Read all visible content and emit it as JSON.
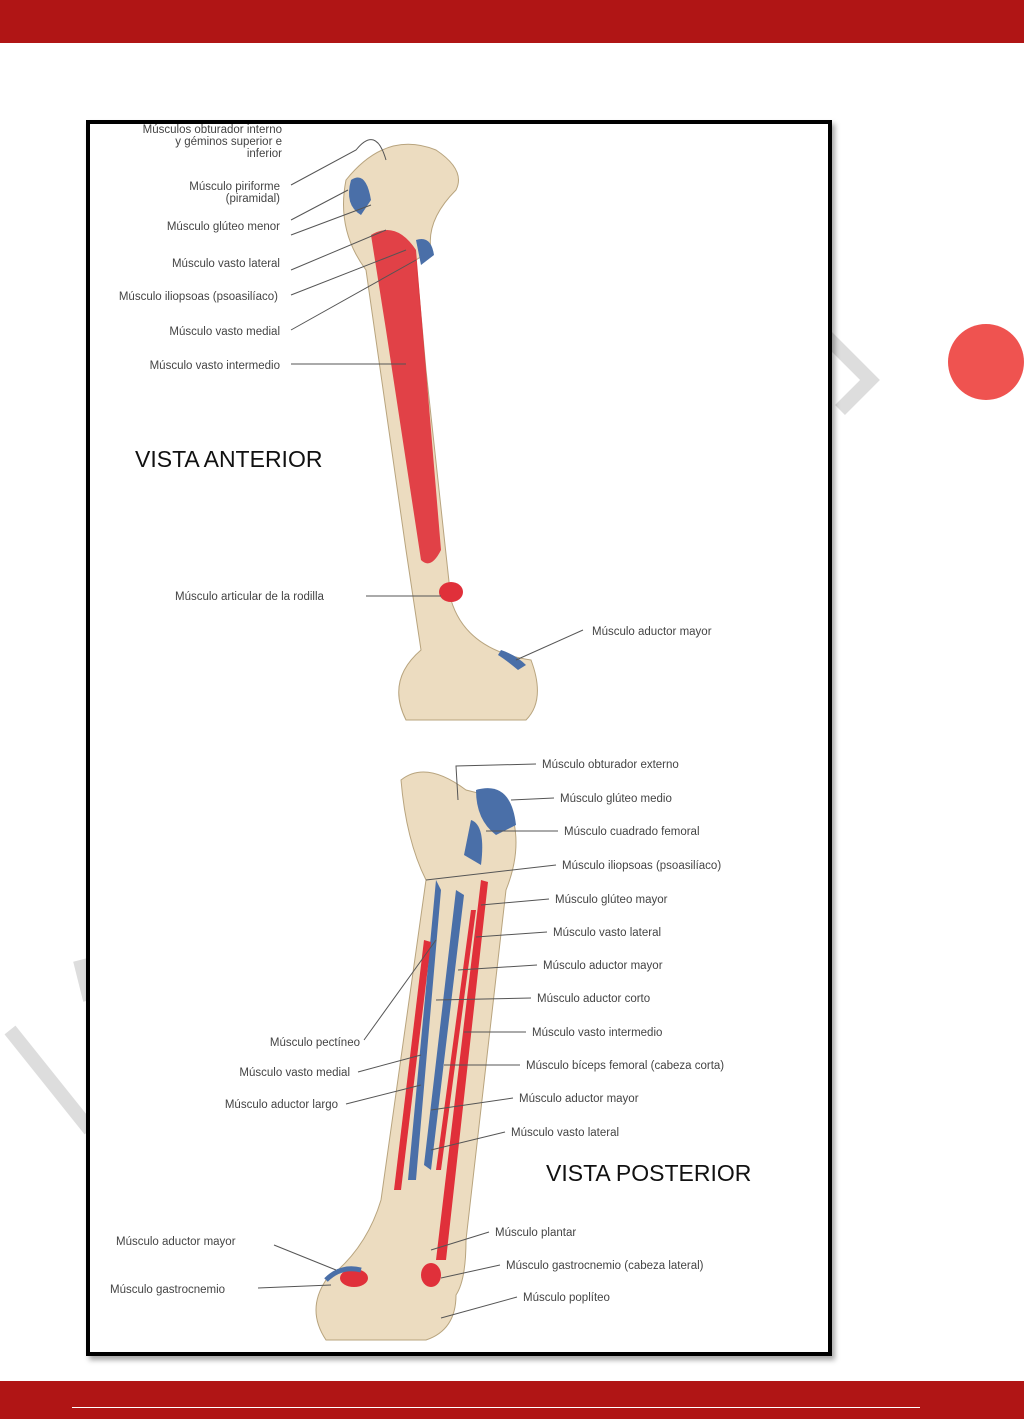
{
  "colors": {
    "band": "#b01515",
    "accent_dot": "#ef5350",
    "muscle_red": "#e0303a",
    "muscle_blue": "#4a6fa8",
    "bone": "#ecdcc0"
  },
  "anterior": {
    "title": "VISTA ANTERIOR",
    "labels": [
      "Músculos obturador interno y géminos superior e inferior",
      "Músculo piriforme (piramidal)",
      "Músculo glúteo menor",
      "Músculo vasto lateral",
      "Músculo iliopsoas (psoasilíaco)",
      "Músculo vasto medial",
      "Músculo vasto intermedio",
      "Músculo articular de la rodilla",
      "Músculo aductor mayor"
    ]
  },
  "posterior": {
    "title": "VISTA POSTERIOR",
    "labels": [
      "Músculo obturador externo",
      "Músculo glúteo medio",
      "Músculo cuadrado femoral",
      "Músculo iliopsoas (psoasilíaco)",
      "Músculo glúteo mayor",
      "Músculo vasto lateral",
      "Músculo aductor mayor",
      "Músculo aductor corto",
      "Músculo vasto intermedio",
      "Músculo bíceps femoral (cabeza corta)",
      "Músculo aductor mayor",
      "Músculo vasto lateral",
      "Músculo plantar",
      "Músculo gastrocnemio (cabeza lateral)",
      "Músculo poplíteo",
      "Músculo pectíneo",
      "Músculo vasto medial",
      "Músculo aductor largo",
      "Músculo aductor mayor",
      "Músculo gastrocnemio"
    ]
  }
}
